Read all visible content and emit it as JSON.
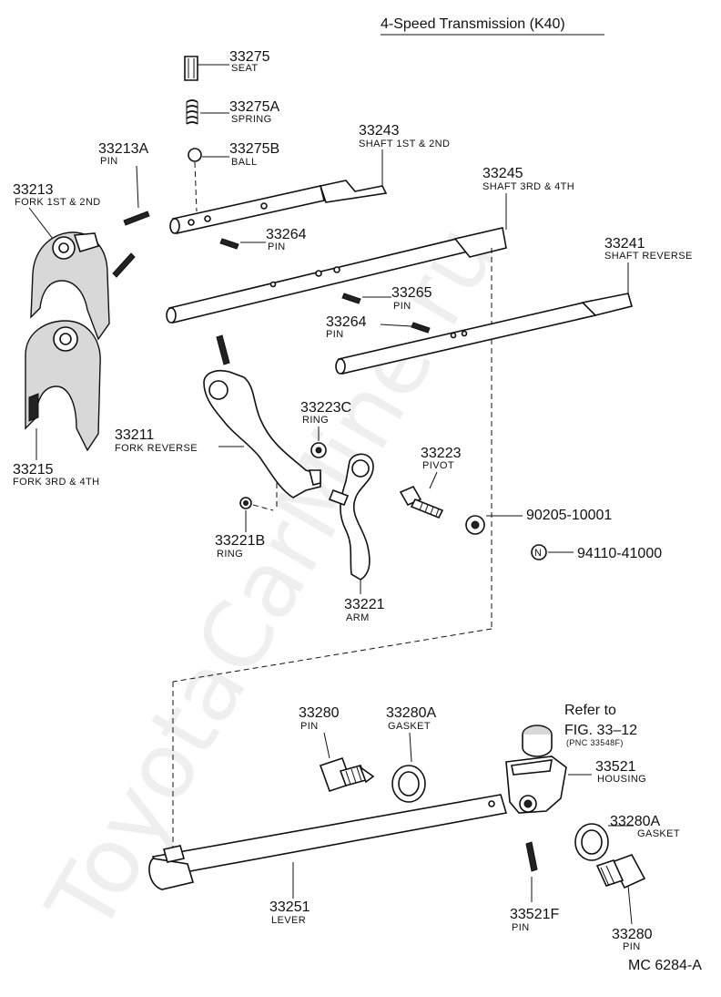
{
  "title": "4-Speed Transmission (K40)",
  "figure_code": "MC 6284-A",
  "watermark": "ToyotaCarMine.ru",
  "parts": {
    "seat": {
      "number": "33275",
      "name": "SEAT"
    },
    "spring": {
      "number": "33275A",
      "name": "SPRING"
    },
    "ball": {
      "number": "33275B",
      "name": "BALL"
    },
    "pin_fork_top": {
      "number": "33213A",
      "name": "PIN"
    },
    "fork_1st_2nd": {
      "number": "33213",
      "name": "FORK 1ST & 2ND"
    },
    "shaft_1st_2nd": {
      "number": "33243",
      "name": "SHAFT 1ST & 2ND"
    },
    "shaft_3rd_4th": {
      "number": "33245",
      "name": "SHAFT 3RD & 4TH"
    },
    "pin_shaft_a": {
      "number": "33264",
      "name": "PIN"
    },
    "shaft_reverse": {
      "number": "33241",
      "name": "SHAFT REVERSE"
    },
    "pin_shaft_b": {
      "number": "33265",
      "name": "PIN"
    },
    "pin_shaft_c": {
      "number": "33264",
      "name": "PIN"
    },
    "ring_c": {
      "number": "33223C",
      "name": "RING"
    },
    "fork_reverse": {
      "number": "33211",
      "name": "FORK REVERSE"
    },
    "pivot": {
      "number": "33223",
      "name": "PIVOT"
    },
    "fork_3rd_4th": {
      "number": "33215",
      "name": "FORK 3RD & 4TH"
    },
    "nut_90205": {
      "number": "90205-10001"
    },
    "nut_94110": {
      "number": "94110-41000",
      "symbol": "N"
    },
    "ring_b": {
      "number": "33221B",
      "name": "RING"
    },
    "arm": {
      "number": "33221",
      "name": "ARM"
    },
    "pin_plug_left": {
      "number": "33280",
      "name": "PIN"
    },
    "gasket_left": {
      "number": "33280A",
      "name": "GASKET"
    },
    "refer": {
      "line1": "Refer to",
      "line2": "FIG. 33‒12",
      "line3": "(PNC 33548F)"
    },
    "housing": {
      "number": "33521",
      "name": "HOUSING"
    },
    "gasket_right": {
      "number": "33280A",
      "name": "GASKET"
    },
    "lever": {
      "number": "33251",
      "name": "LEVER"
    },
    "pin_housing": {
      "number": "33521F",
      "name": "PIN"
    },
    "pin_plug_right": {
      "number": "33280",
      "name": "PIN"
    }
  }
}
